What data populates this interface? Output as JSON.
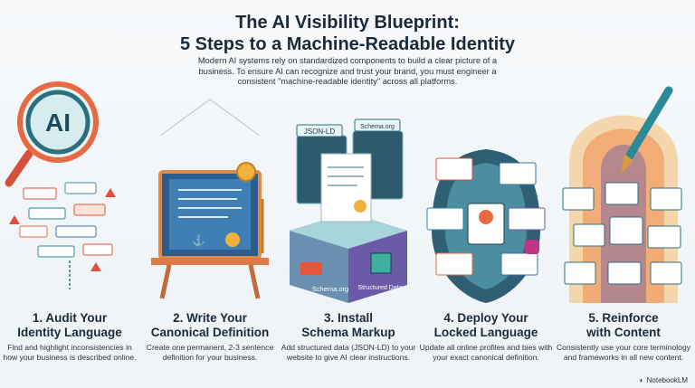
{
  "header": {
    "title_line1": "The AI Visibility Blueprint:",
    "title_line2": "5 Steps to a Machine-Readable Identity",
    "subtitle": "Modern AI systems rely on standardized components to build a clear picture of a business. To ensure AI can recognize and trust your brand, you must engineer a consistent \"machine-readable identity\" across all platforms."
  },
  "illustration_labels": {
    "ai_badge": "AI",
    "json_ld": "JSON-LD",
    "schema_org_top": "Schema.org",
    "schema_org_bottom": "Schema.org",
    "structured_data": "Structured Data"
  },
  "steps": [
    {
      "title_line1": "1. Audit Your",
      "title_line2": "Identity Language",
      "description": "Find and highlight inconsistencies in how your business is described online."
    },
    {
      "title_line1": "2. Write Your",
      "title_line2": "Canonical Definition",
      "description": "Create one permanent, 2-3 sentence definition for your business."
    },
    {
      "title_line1": "3. Install",
      "title_line2": "Schema Markup",
      "description": "Add structured data (JSON-LD) to your website to give AI clear instructions."
    },
    {
      "title_line1": "4. Deploy Your",
      "title_line2": "Locked Language",
      "description": "Update all online profiles and bies with your exact canonical definition."
    },
    {
      "title_line1": "5. Reinforce",
      "title_line2": "with Content",
      "description": "Consistently use your core terminology and frameworks in all new content."
    }
  ],
  "footer": {
    "brand": "NotebookLM"
  },
  "colors": {
    "navy": "#1b2a3a",
    "teal": "#2b8a9a",
    "orange": "#f08a4b",
    "red": "#e0503c",
    "blue": "#3c6fb0",
    "purple": "#6a5aa8"
  }
}
